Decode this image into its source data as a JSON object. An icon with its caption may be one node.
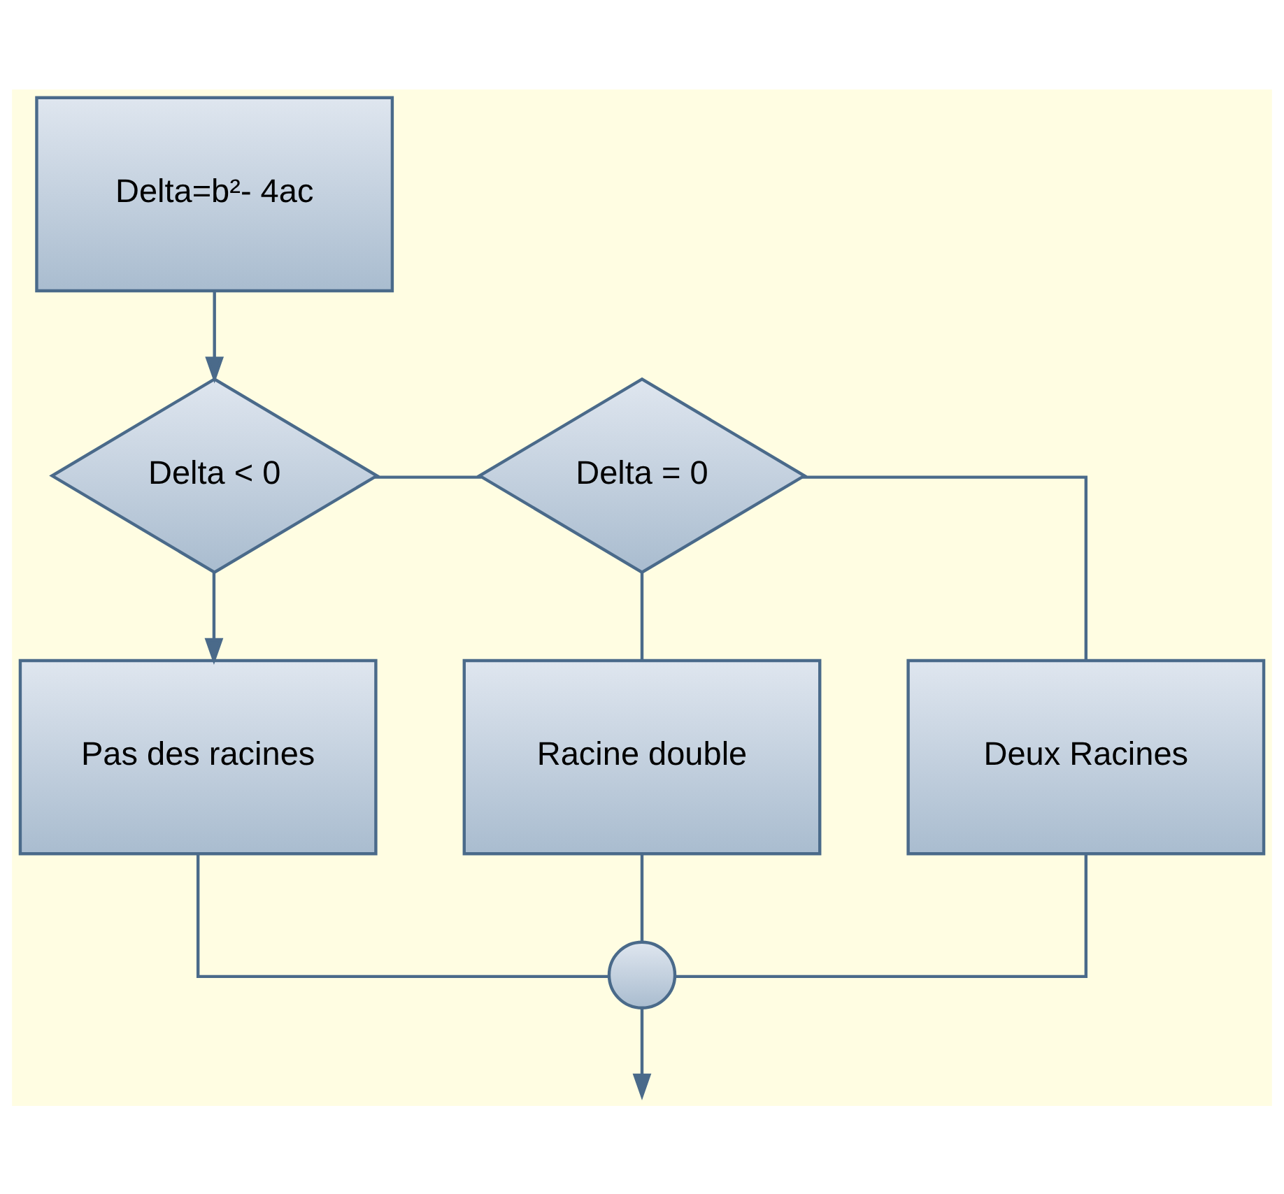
{
  "diagram": {
    "nodes": [
      {
        "text": [
          "Delta=b²- 4ac"
        ]
      },
      {
        "text": [
          "Delta < 0"
        ]
      },
      {
        "text": [
          "Delta = 0"
        ]
      },
      {
        "text": [
          "Pas des racines"
        ]
      },
      {
        "text": [
          "Racine double"
        ]
      },
      {
        "text": [
          "Deux Racines"
        ]
      },
      {
        "text": [],
        "shape": "circle"
      }
    ],
    "edges": [
      {
        "from": 0,
        "to": 1,
        "arrow": "to"
      },
      {
        "from": 1,
        "to": 2,
        "arrow": "none"
      },
      {
        "from": 1,
        "to": 3,
        "arrow": "to"
      },
      {
        "from": 2,
        "to": 4,
        "arrow": "none"
      },
      {
        "from": 2,
        "to": 5,
        "arrow": "none"
      },
      {
        "from": 3,
        "to": 6,
        "arrow": "none"
      },
      {
        "from": 4,
        "to": 6,
        "arrow": "none"
      },
      {
        "from": 5,
        "to": 6,
        "arrow": "none"
      },
      {
        "from": 6,
        "to": null,
        "arrow": "to"
      }
    ]
  }
}
